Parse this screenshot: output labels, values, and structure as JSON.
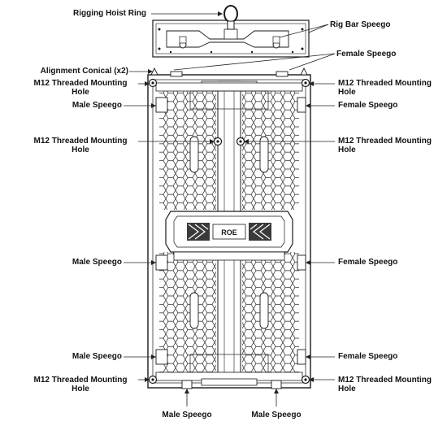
{
  "labels": {
    "rigging_hoist_ring": "Rigging Hoist Ring",
    "rig_bar_speego": "Rig Bar Speego",
    "female_speego": "Female Speego",
    "alignment_conical": "Alignment Conical (x2)",
    "m12_line1": "M12 Threaded Mounting",
    "m12_line2": "Hole",
    "male_speego": "Male Speego"
  },
  "center_logo": "ROE",
  "colors": {
    "line": "#1a1a1a",
    "frame_fill": "#ffffff",
    "screen_fill": "#f0f0f0",
    "leader": "#222222"
  }
}
